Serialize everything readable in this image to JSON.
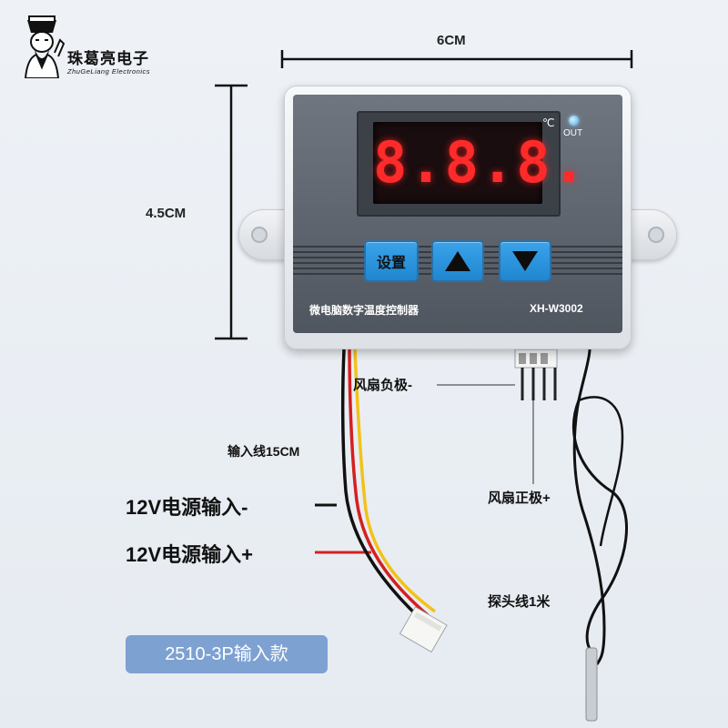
{
  "brand": {
    "name": "珠葛亮电子",
    "subtitle": "ZhuGeLiang Electronics"
  },
  "dimensions": {
    "width_label": "6CM",
    "height_label": "4.5CM"
  },
  "device": {
    "display_reading": "8.8.8.",
    "unit": "℃",
    "out_indicator": "OUT",
    "buttons": {
      "set_label": "设置",
      "up_icon": "up-arrow-icon",
      "down_icon": "down-arrow-icon"
    },
    "product_name": "微电脑数字温度控制器",
    "model": "XH-W3002"
  },
  "callouts": {
    "fan_negative": "风扇负极-",
    "fan_positive": "风扇正极+",
    "input_wire": "输入线15CM",
    "power_negative": "12V电源输入-",
    "power_positive": "12V电源输入+",
    "probe_wire": "探头线1米"
  },
  "badge": "2510-3P输入款",
  "colors": {
    "background": "#e8edf3",
    "face_panel": "#5f6670",
    "led_digits": "#ff2a2a",
    "buttons": "#2b93dd",
    "badge": "#7da1d1",
    "wire_red": "#d42020",
    "wire_yellow": "#f2c21a",
    "wire_black": "#111111"
  }
}
